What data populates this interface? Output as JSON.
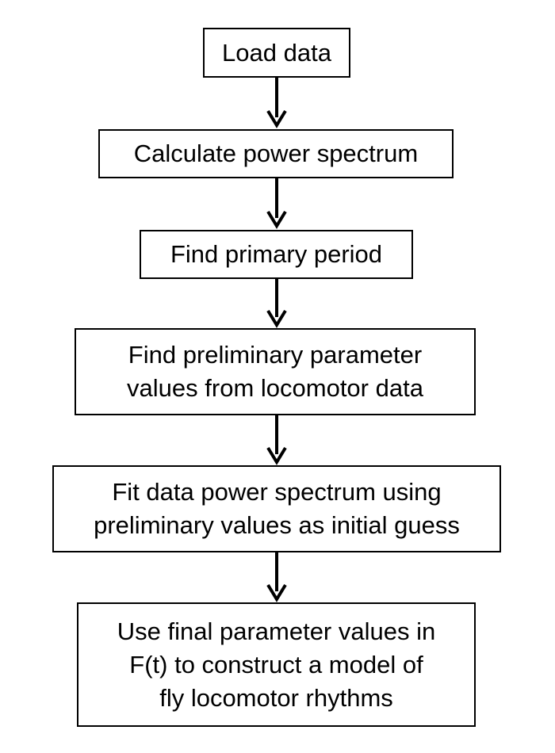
{
  "steps": [
    {
      "lines": [
        "Load data"
      ]
    },
    {
      "lines": [
        "Calculate power spectrum"
      ]
    },
    {
      "lines": [
        "Find primary period"
      ]
    },
    {
      "lines": [
        "Find preliminary parameter",
        "values from locomotor data"
      ]
    },
    {
      "lines": [
        "Fit data power spectrum using",
        "preliminary values as initial guess"
      ]
    },
    {
      "lines": [
        "Use final parameter values in",
        "F(t) to construct a model of",
        "fly locomotor rhythms"
      ]
    }
  ],
  "colors": {
    "line": "#000000",
    "box_fill": "#ffffff",
    "text": "#000000"
  }
}
